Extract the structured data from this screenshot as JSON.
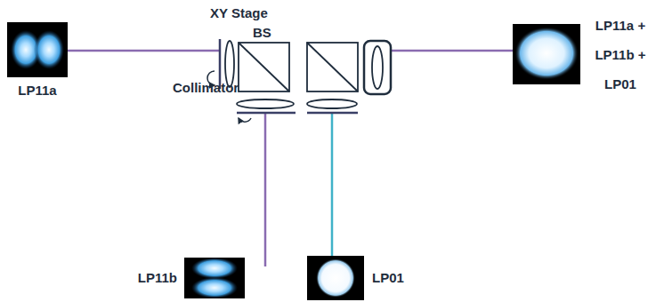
{
  "diagram": {
    "nodes": [
      {
        "text": [
          "LP11a"
        ]
      },
      {
        "text": [
          "LP11b"
        ]
      },
      {
        "text": [
          "LP01"
        ]
      },
      {
        "text": [
          "LP11a + LP11b + LP01"
        ]
      }
    ],
    "labels": [
      "XY Stage",
      "BS",
      "Collimator"
    ]
  }
}
